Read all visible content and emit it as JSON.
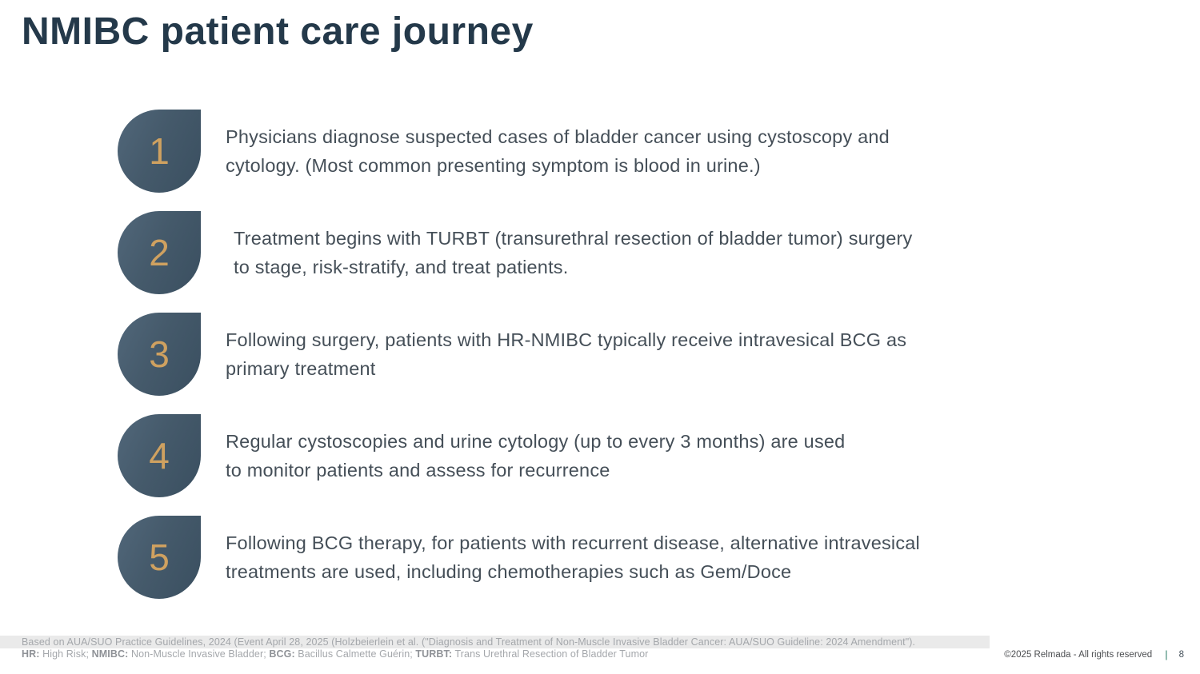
{
  "slide": {
    "title": "NMIBC patient care journey",
    "steps": [
      {
        "number": "1",
        "text": "Physicians diagnose suspected cases of bladder cancer using cystoscopy and\ncytology. (Most common presenting symptom is blood in urine.)"
      },
      {
        "number": "2",
        "text": "Treatment begins with TURBT (transurethral resection of bladder tumor) surgery\nto stage, risk-stratify, and treat patients."
      },
      {
        "number": "3",
        "text": "Following surgery, patients with HR-NMIBC typically receive intravesical BCG as\nprimary treatment"
      },
      {
        "number": "4",
        "text": "Regular cystoscopies and urine cytology (up to every 3 months) are used\nto monitor patients and assess for recurrence"
      },
      {
        "number": "5",
        "text": "Following BCG therapy, for patients with recurrent disease, alternative intravesical\ntreatments are used, including chemotherapies such as Gem/Doce"
      }
    ],
    "footnotes": {
      "line1": "Based on AUA/SUO Practice Guidelines, 2024 (Event April 28, 2025 (Holzbeierlein et al. (\"Diagnosis and Treatment of Non-Muscle Invasive Bladder Cancer: AUA/SUO Guideline: 2024 Amendment\").",
      "line2": [
        {
          "bold": "HR:",
          "text": " High Risk; "
        },
        {
          "bold": "NMIBC:",
          "text": " Non-Muscle Invasive Bladder; "
        },
        {
          "bold": "BCG:",
          "text": " Bacillus Calmette Guérin; "
        },
        {
          "bold": "TURBT:",
          "text": " Trans Urethral Resection of Bladder Tumor"
        }
      ]
    },
    "footer": {
      "copyright": "©2025 Relmada - All rights reserved",
      "separator": "|",
      "page_number": "8"
    },
    "colors": {
      "badge_fill": "#44596a",
      "badge_number": "#cfa160",
      "separator_teal": "#2e7d68",
      "title": "#24394a",
      "body_text": "#454f58"
    }
  }
}
